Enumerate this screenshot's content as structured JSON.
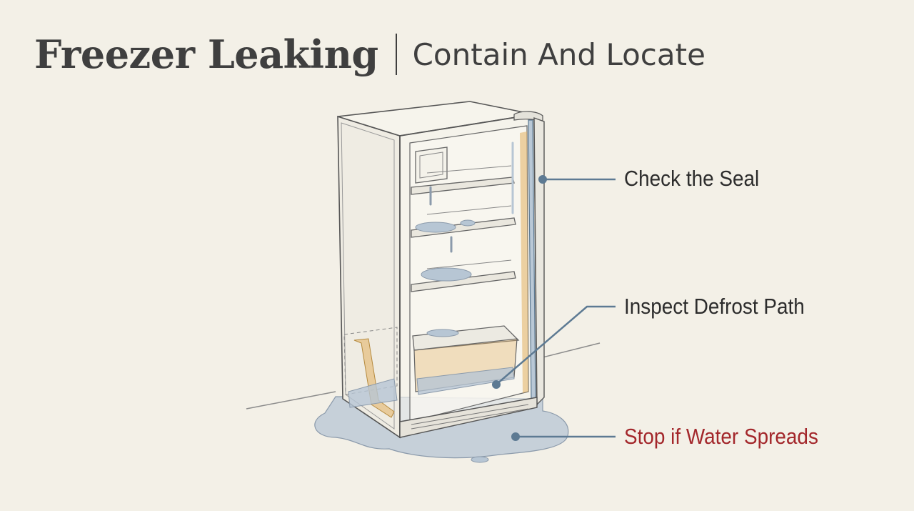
{
  "title": {
    "main": "Freezer Leaking",
    "sub": "Contain And Locate"
  },
  "callouts": {
    "seal": "Check the Seal",
    "defrost": "Inspect Defrost Path",
    "water": "Stop if Water Spreads"
  },
  "colors": {
    "background": "#f3f0e7",
    "title": "#3f3f3f",
    "leader_line": "#5d7a93",
    "warning_text": "#a3272b",
    "highlight": "#e2b060",
    "water": "#aebfd0"
  }
}
